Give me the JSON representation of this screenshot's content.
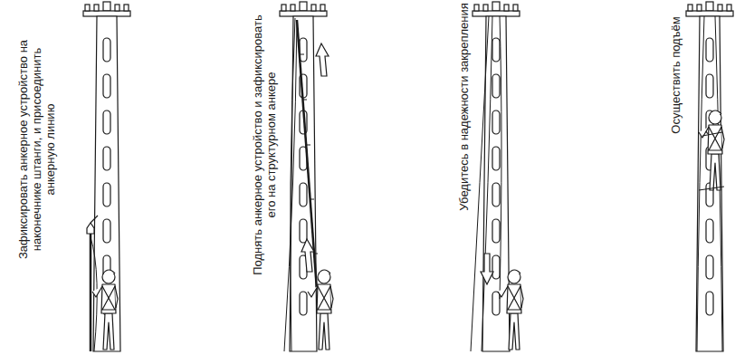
{
  "diagram": {
    "labels": [
      "Зафиксировать анкерное устройство на наконечнике штанги, и присоединить анкерную линию",
      "Поднять анкерное устройство и зафиксировать его на структурном анкере",
      "Убедитесь в надежности закрепления",
      "Осуществить подъём"
    ]
  }
}
